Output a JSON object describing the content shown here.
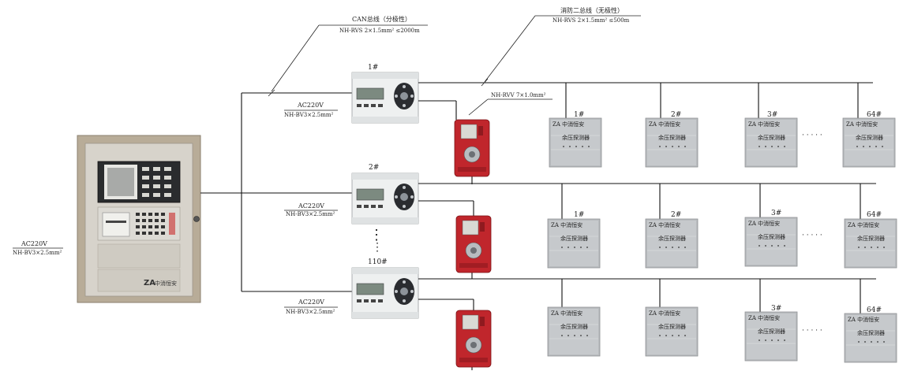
{
  "labels": {
    "can_bus": "CAN总线（分极性）",
    "can_spec": "NH-RVS 2×1.5mm² ≤2000m",
    "fire_bus": "消防二总线（无极性）",
    "fire_spec": "NH-RVS 2×1.5mm² ≤500m",
    "rvv_spec": "NH-RVV 7×1.0mm²",
    "ac_left": "AC220V",
    "ac_left_spec": "NH-BV3×2.5mm²",
    "ac_row1": "AC220V",
    "ac_row1_spec": "NH-BV3×2.5mm²",
    "ac_row2": "AC220V",
    "ac_row2_spec": "NH-BV3×2.5mm²",
    "ac_row3": "AC220V",
    "ac_row3_spec": "NH-BV3×2.5mm²"
  },
  "controllers": [
    {
      "number": "1#"
    },
    {
      "number": "2#"
    },
    {
      "number": "110#"
    }
  ],
  "host": {
    "brand": "中消恒安",
    "logo": "ZA"
  },
  "detectors": [
    {
      "number": "1#",
      "brand": "ZA 中消恒安",
      "label": "余压探测器"
    },
    {
      "number": "2#",
      "brand": "ZA 中消恒安",
      "label": "余压探测器"
    },
    {
      "number": "3#",
      "brand": "ZA 中消恒安",
      "label": "余压探测器"
    },
    {
      "number": "64#",
      "brand": "ZA 中消恒安",
      "label": "余压探测器"
    }
  ],
  "ellipsis": "· · · · ·",
  "vertical_dots": "⋮"
}
